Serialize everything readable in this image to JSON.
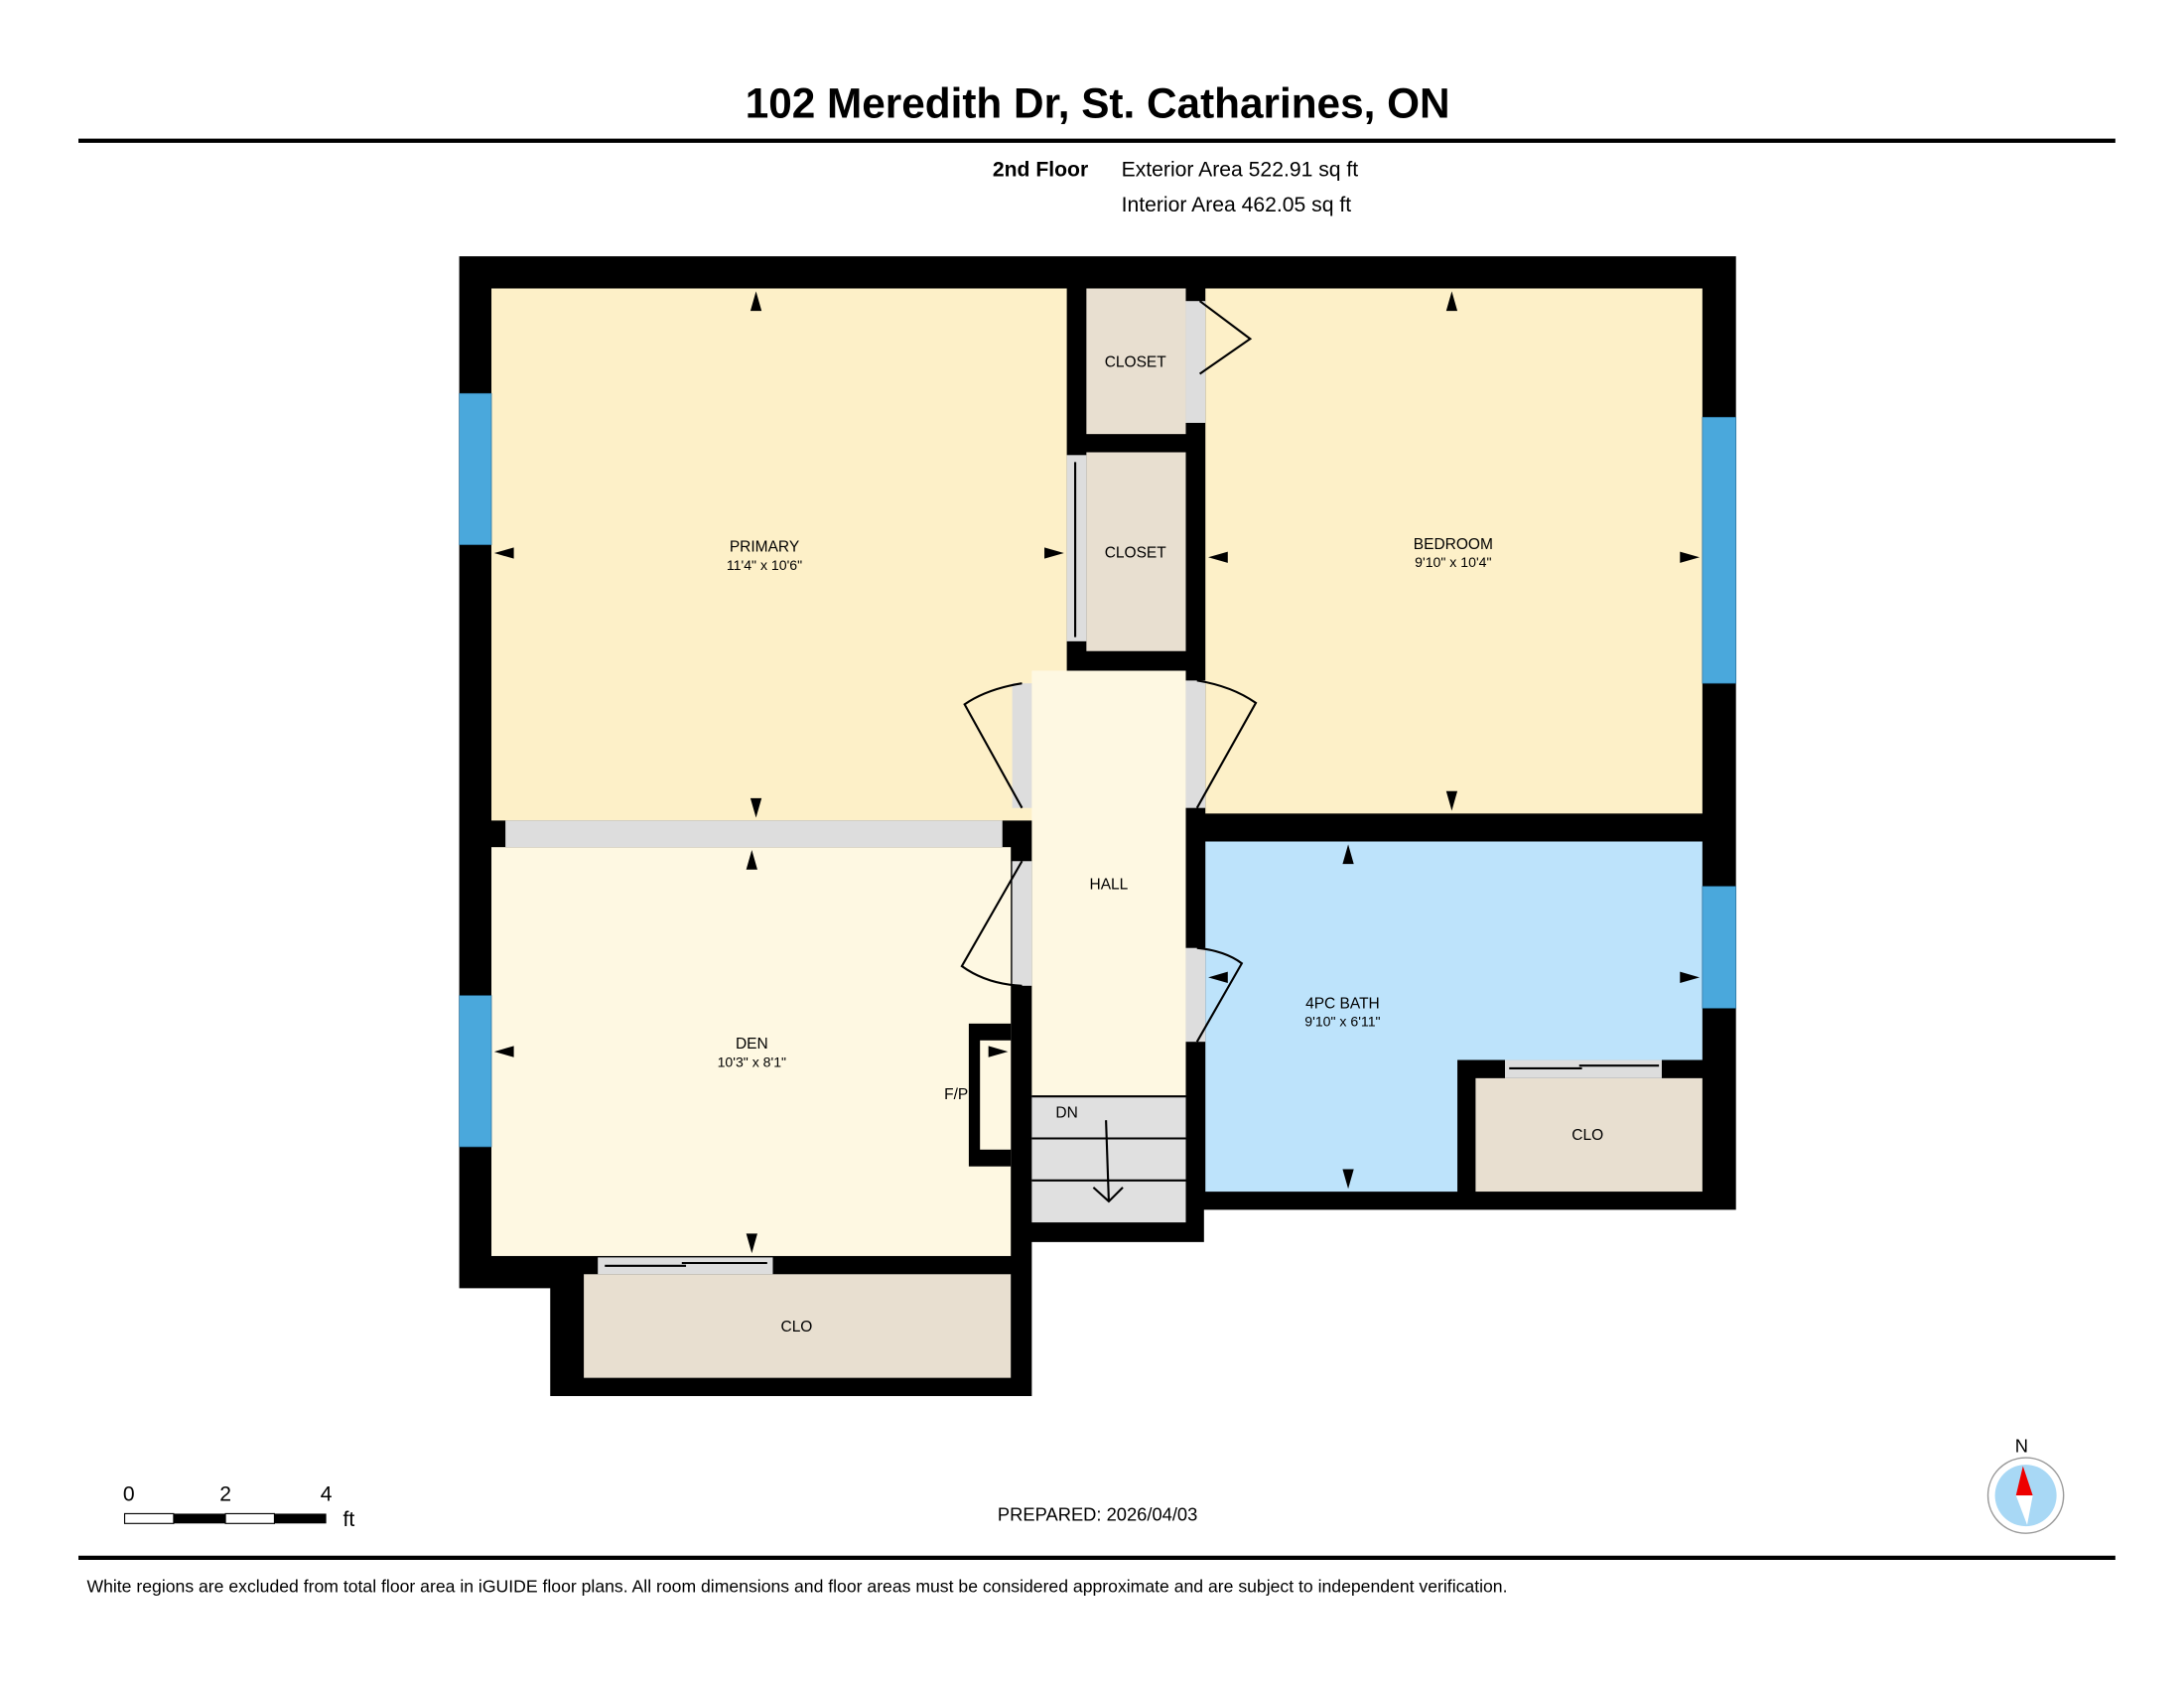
{
  "header": {
    "title": "102 Meredith Dr, St. Catharines, ON",
    "floor": "2nd Floor",
    "exterior_area": "Exterior Area 522.91 sq ft",
    "interior_area": "Interior Area 462.05 sq ft"
  },
  "rooms": {
    "primary": {
      "name": "PRIMARY",
      "dims": "11'4\" x 10'6\""
    },
    "bedroom": {
      "name": "BEDROOM",
      "dims": "9'10\" x 10'4\""
    },
    "den": {
      "name": "DEN",
      "dims": "10'3\" x 8'1\""
    },
    "bath": {
      "name": "4PC BATH",
      "dims": "9'10\" x 6'11\""
    },
    "closet1": {
      "name": "CLOSET"
    },
    "closet2": {
      "name": "CLOSET"
    },
    "hall": {
      "name": "HALL"
    },
    "stairs": {
      "name": "DN"
    },
    "fireplace": {
      "name": "F/P"
    },
    "den_clo": {
      "name": "CLO"
    },
    "bath_clo": {
      "name": "CLO"
    }
  },
  "scale": {
    "ticks": [
      "0",
      "2",
      "4"
    ],
    "unit": "ft"
  },
  "compass": {
    "label": "N"
  },
  "prepared": "PREPARED: 2026/04/03",
  "footer": "White regions are excluded from total floor area in iGUIDE floor plans. All room dimensions and floor areas must be considered approximate and are subject to independent verification.",
  "colors": {
    "bedroom_fill": "#fdf0c8",
    "den_fill": "#fef8e2",
    "closet_fill": "#e8dfd0",
    "bath_fill": "#bde3fb",
    "window": "#4aa8dc",
    "wall": "#000000"
  }
}
